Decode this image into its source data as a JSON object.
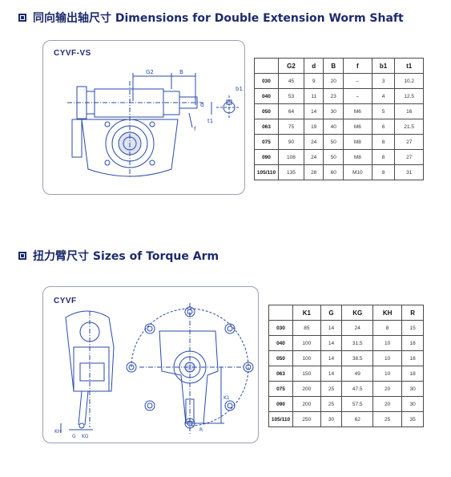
{
  "section1": {
    "title": "同向输出轴尺寸  Dimensions for Double Extension Worm Shaft",
    "panel_label": "CYVF-VS",
    "drawing_labels": {
      "g2": "G2",
      "b": "B",
      "b1": "b1",
      "d": "d",
      "t1": "t1",
      "f": "f"
    },
    "table": {
      "headers": [
        "",
        "G2",
        "d",
        "B",
        "f",
        "b1",
        "t1"
      ],
      "rows": [
        [
          "030",
          "45",
          "9",
          "20",
          "–",
          "3",
          "10.2"
        ],
        [
          "040",
          "53",
          "11",
          "23",
          "–",
          "4",
          "12.5"
        ],
        [
          "050",
          "64",
          "14",
          "30",
          "M6",
          "5",
          "16"
        ],
        [
          "063",
          "75",
          "19",
          "40",
          "M6",
          "6",
          "21.5"
        ],
        [
          "075",
          "90",
          "24",
          "50",
          "M8",
          "8",
          "27"
        ],
        [
          "090",
          "108",
          "24",
          "50",
          "M8",
          "8",
          "27"
        ],
        [
          "105/110",
          "135",
          "28",
          "60",
          "M10",
          "8",
          "31"
        ]
      ]
    }
  },
  "section2": {
    "title": "扭力臂尺寸  Sizes of Torque Arm",
    "panel_label": "CYVF",
    "drawing_labels": {
      "kh": "KH",
      "g": "G",
      "kg": "KG",
      "k1": "K1",
      "r": "R"
    },
    "table": {
      "headers": [
        "",
        "K1",
        "G",
        "KG",
        "KH",
        "R"
      ],
      "rows": [
        [
          "030",
          "85",
          "14",
          "24",
          "8",
          "15"
        ],
        [
          "040",
          "100",
          "14",
          "31.5",
          "10",
          "18"
        ],
        [
          "050",
          "100",
          "14",
          "38.5",
          "10",
          "18"
        ],
        [
          "063",
          "150",
          "14",
          "49",
          "10",
          "18"
        ],
        [
          "075",
          "200",
          "25",
          "47.5",
          "20",
          "30"
        ],
        [
          "090",
          "200",
          "25",
          "57.5",
          "20",
          "30"
        ],
        [
          "105/110",
          "250",
          "30",
          "62",
          "25",
          "35"
        ]
      ]
    }
  },
  "colors": {
    "navy": "#1d2a6b",
    "drawing": "#2a4aa8",
    "panel_border": "#9aa0b4",
    "table_border": "#4a4a4a"
  }
}
